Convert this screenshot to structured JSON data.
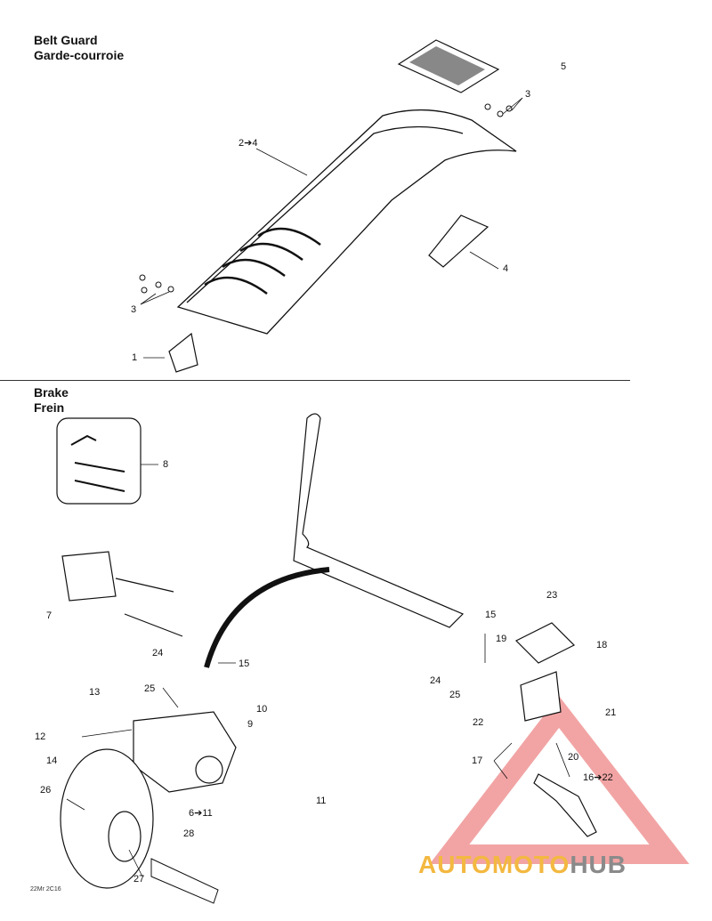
{
  "sections": {
    "belt_guard": {
      "title_en": "Belt Guard",
      "title_fr": "Garde-courroie"
    },
    "brake": {
      "title_en": "Brake",
      "title_fr": "Frein"
    }
  },
  "callouts": {
    "c1": "1",
    "c2": "2➔4",
    "c3a": "3",
    "c3b": "3",
    "c4": "4",
    "c5": "5",
    "c6": "6➔11",
    "c7": "7",
    "c8": "8",
    "c9": "9",
    "c10": "10",
    "c11": "11",
    "c12": "12",
    "c13": "13",
    "c14": "14",
    "c15a": "15",
    "c15b": "15",
    "c16": "16➔22",
    "c17": "17",
    "c18": "18",
    "c19": "19",
    "c20": "20",
    "c21": "21",
    "c22": "22",
    "c23": "23",
    "c24a": "24",
    "c24b": "24",
    "c25a": "25",
    "c25b": "25",
    "c26": "26",
    "c27": "27",
    "c28": "28"
  },
  "diagram_code": "22Mr 2C16",
  "watermark": {
    "part_a": "AUTOMOTO",
    "part_b": "HUB",
    "accent_color": "#f3b840",
    "mark_color": "#e85a5a"
  }
}
